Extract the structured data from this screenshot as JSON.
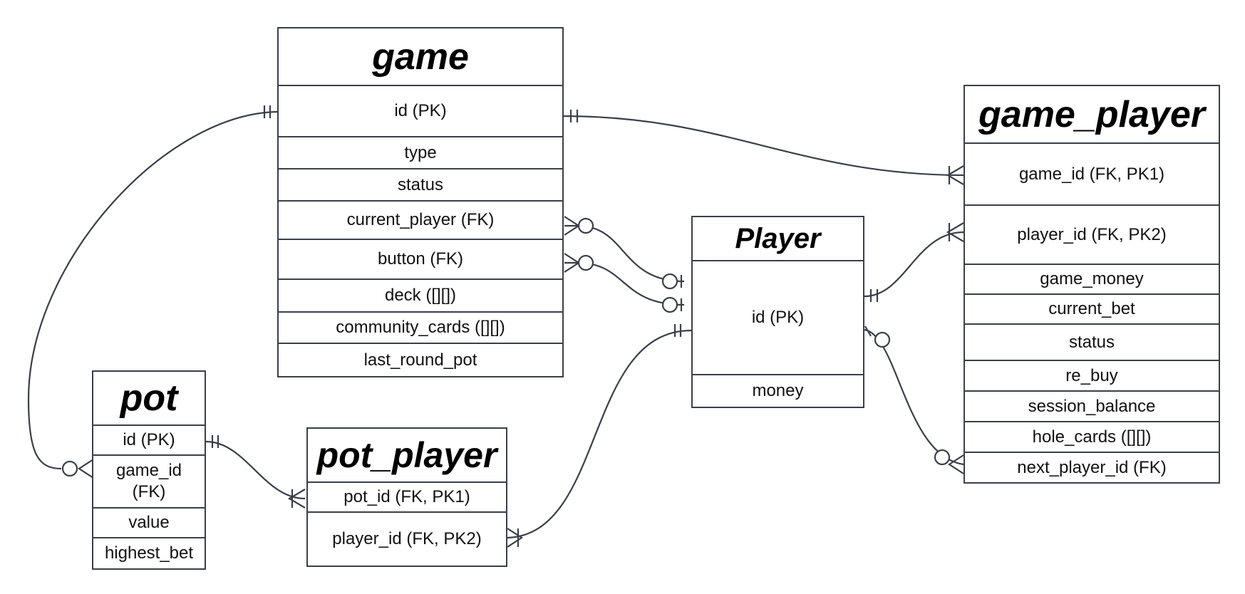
{
  "entities": {
    "game": {
      "title": "game",
      "attrs": [
        "id (PK)",
        "type",
        "status",
        "current_player (FK)",
        "button (FK)",
        "deck ([][])",
        "community_cards ([][])",
        "last_round_pot"
      ]
    },
    "game_player": {
      "title": "game_player",
      "attrs": [
        "game_id (FK, PK1)",
        "player_id (FK, PK2)",
        "game_money",
        "current_bet",
        "status",
        "re_buy",
        "session_balance",
        "hole_cards ([][])",
        "next_player_id (FK)"
      ]
    },
    "player": {
      "title": "Player",
      "attrs": [
        "id (PK)",
        "money"
      ]
    },
    "pot": {
      "title": "pot",
      "attrs": [
        "id (PK)",
        "game_id (FK)",
        "value",
        "highest_bet"
      ]
    },
    "pot_player": {
      "title": "pot_player",
      "attrs": [
        "pot_id (FK, PK1)",
        "player_id (FK, PK2)"
      ]
    }
  },
  "relationships": [
    {
      "from": "game.id (PK)",
      "from_end": "one-and-only-one",
      "to": "game_player.game_id (FK, PK1)",
      "to_end": "one-or-many"
    },
    {
      "from": "game.id (PK)",
      "from_end": "one-and-only-one",
      "to": "pot.game_id (FK)",
      "to_end": "zero-or-many"
    },
    {
      "from": "game.current_player (FK)",
      "from_end": "zero-or-many",
      "to": "Player.id (PK)",
      "to_end": "zero-or-one"
    },
    {
      "from": "game.button (FK)",
      "from_end": "zero-or-many",
      "to": "Player.id (PK)",
      "to_end": "zero-or-one"
    },
    {
      "from": "Player.id (PK)",
      "from_end": "one-and-only-one",
      "to": "game_player.player_id (FK, PK2)",
      "to_end": "one-or-many"
    },
    {
      "from": "Player.id (PK)",
      "from_end": "zero-or-one",
      "to": "game_player.next_player_id (FK)",
      "to_end": "zero-or-many"
    },
    {
      "from": "Player.id (PK)",
      "from_end": "one-and-only-one",
      "to": "pot_player.player_id (FK, PK2)",
      "to_end": "one-or-many"
    },
    {
      "from": "pot.id (PK)",
      "from_end": "one-and-only-one",
      "to": "pot_player.pot_id (FK, PK1)",
      "to_end": "one-or-many"
    }
  ]
}
